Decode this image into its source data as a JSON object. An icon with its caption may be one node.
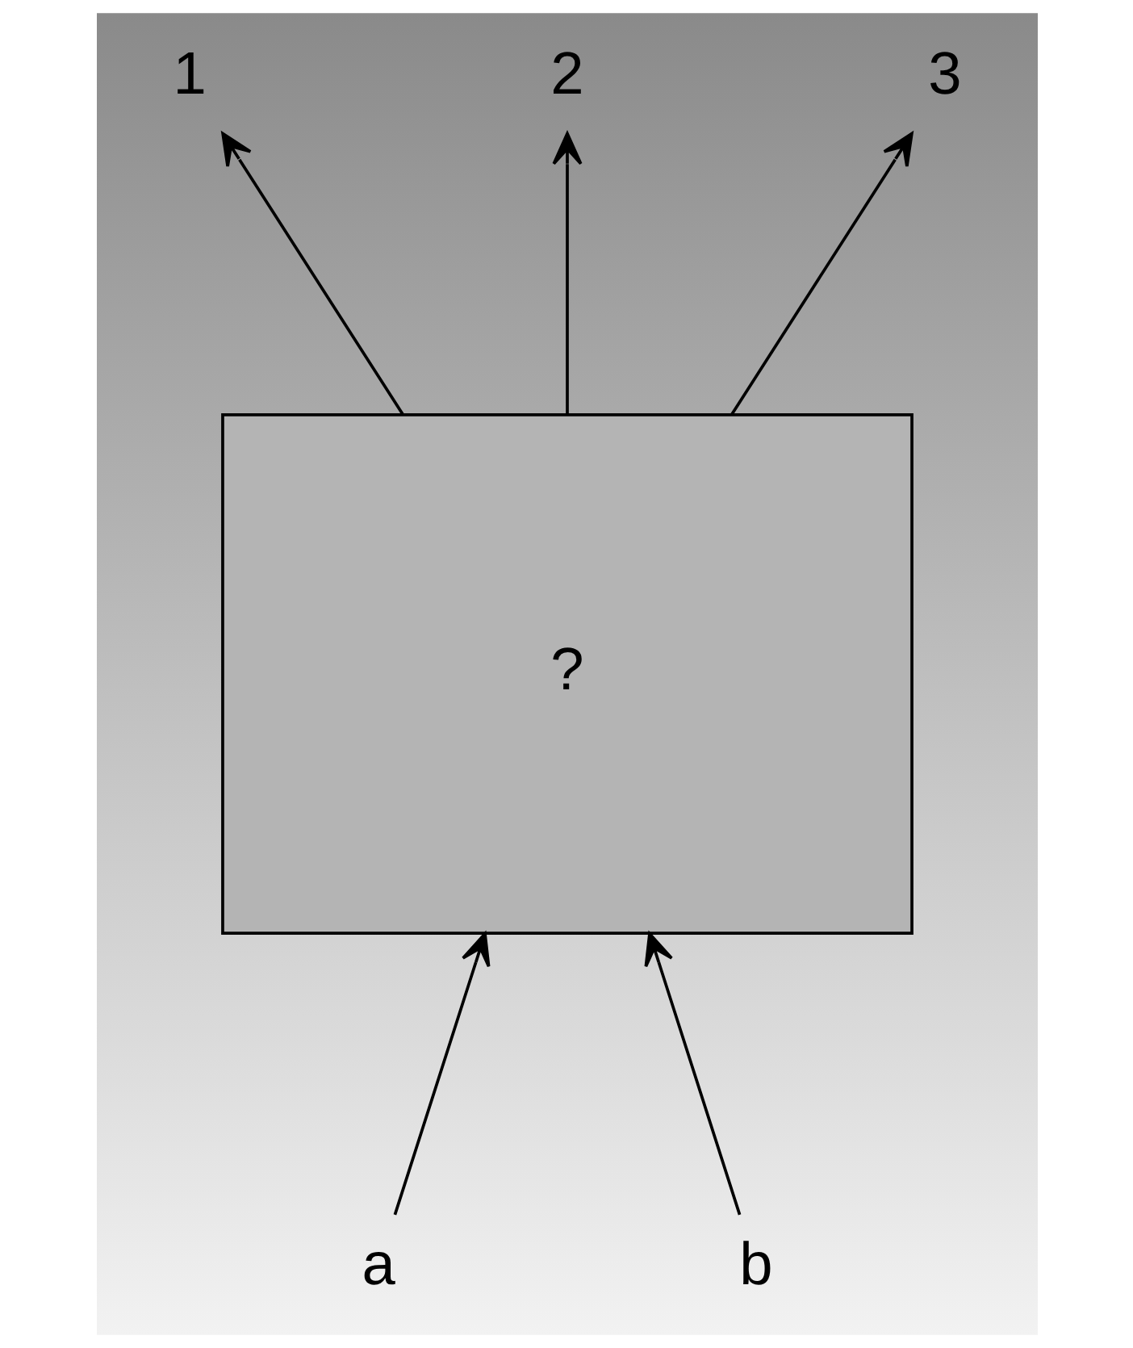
{
  "diagram": {
    "nodes": [
      {
        "text": [
          "1"
        ]
      },
      {
        "text": [
          "2"
        ]
      },
      {
        "text": [
          "3"
        ]
      },
      {
        "text": [
          "?"
        ]
      },
      {
        "text": [
          "a"
        ]
      },
      {
        "text": [
          "b"
        ]
      }
    ],
    "edges": [
      {
        "from": 3,
        "to": 0,
        "arrow": "to"
      },
      {
        "from": 3,
        "to": 1,
        "arrow": "to"
      },
      {
        "from": 3,
        "to": 2,
        "arrow": "to"
      },
      {
        "from": 4,
        "to": 3,
        "arrow": "to"
      },
      {
        "from": 5,
        "to": 3,
        "arrow": "to"
      }
    ]
  }
}
